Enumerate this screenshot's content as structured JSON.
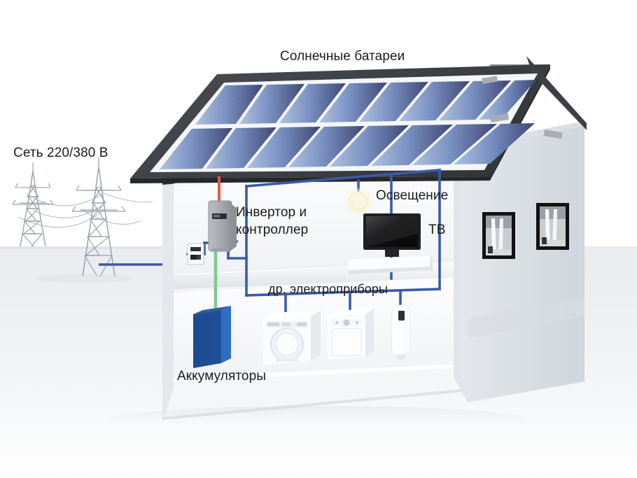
{
  "diagram": {
    "title": "Солнечные батареи",
    "type": "solar-home-power-system-schematic",
    "background_color": "#ffffff",
    "labels": {
      "solar_panels": "Солнечные батареи",
      "grid": "Сеть 220/380 В",
      "inverter_line1": "Инвертор и",
      "inverter_line2": "контроллер",
      "lighting": "Освещение",
      "tv": "ТВ",
      "appliances": "др. электроприборы",
      "batteries": "Аккумуляторы"
    },
    "colors": {
      "wire_dc_red": "#e05a4a",
      "wire_ac_blue": "#3b5ba8",
      "wire_battery_green": "#7dc98e",
      "panel_dark": "#2f3a6b",
      "panel_light": "#8fa7d4",
      "roof_frame": "#3f4246",
      "battery_box": "#1b4a8f",
      "battery_box_side": "#2f6ec0",
      "wall": "#e7eaee",
      "wall_shadow": "#d3d8de",
      "tower_gray": "#9aa2ab",
      "text": "#1b1b1b",
      "lamp_glow": "#f7f3d8"
    },
    "components": [
      {
        "name": "solar-array",
        "rows": 2,
        "panels_per_row": 8,
        "total_panels": 16
      },
      {
        "name": "transmission-towers",
        "count": 2
      },
      {
        "name": "electric-meter",
        "count": 1
      },
      {
        "name": "inverter-controller",
        "count": 1
      },
      {
        "name": "battery-bank",
        "count": 1
      },
      {
        "name": "ceiling-lamp",
        "count": 1
      },
      {
        "name": "television",
        "count": 1
      },
      {
        "name": "media-console",
        "count": 1
      },
      {
        "name": "washing-machine",
        "count": 1
      },
      {
        "name": "dishwasher",
        "count": 1
      },
      {
        "name": "water-heater-boiler",
        "count": 1
      },
      {
        "name": "gable-windows",
        "count": 2
      }
    ],
    "wiring": [
      {
        "from": "solar-array",
        "to": "inverter-controller",
        "color": "#e05a4a",
        "kind": "dc"
      },
      {
        "from": "inverter-controller",
        "to": "battery-bank",
        "color": "#7dc98e",
        "kind": "dc-storage"
      },
      {
        "from": "inverter-controller",
        "to": "house-loads",
        "color": "#3b5ba8",
        "kind": "ac"
      },
      {
        "from": "transmission-towers",
        "to": "electric-meter",
        "color": "#3b5ba8",
        "kind": "ac-grid"
      }
    ]
  }
}
